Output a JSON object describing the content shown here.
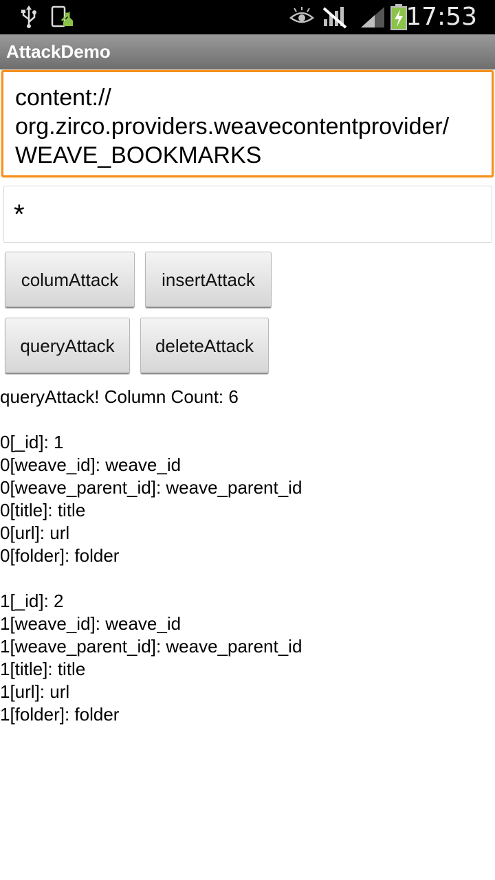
{
  "status_bar": {
    "icons_left": [
      "usb-icon",
      "download-icon"
    ],
    "icons_right": [
      "eye-icon",
      "no-signal-icon",
      "signal-icon",
      "battery-charging-icon"
    ],
    "time": "17:53"
  },
  "app": {
    "title": "AttackDemo"
  },
  "uri_field": {
    "value_lines": [
      "content://",
      "org.zirco.providers.weavecontentprovider/",
      "WEAVE_BOOKMARKS"
    ]
  },
  "projection_field": {
    "value": "*"
  },
  "buttons": {
    "colum": "columAttack",
    "insert": "insertAttack",
    "query": "queryAttack",
    "delete": "deleteAttack"
  },
  "output": {
    "lines": [
      "queryAttack! Column Count: 6",
      "",
      "0[_id]: 1",
      "0[weave_id]: weave_id",
      "0[weave_parent_id]: weave_parent_id",
      "0[title]: title",
      "0[url]: url",
      "0[folder]: folder",
      "",
      "1[_id]: 2",
      "1[weave_id]: weave_id",
      "1[weave_parent_id]: weave_parent_id",
      "1[title]: title",
      "1[url]: url",
      "1[folder]: folder"
    ]
  },
  "colors": {
    "focus_border": "#f5901e",
    "title_bar": "#808080",
    "status_bar": "#000000"
  }
}
